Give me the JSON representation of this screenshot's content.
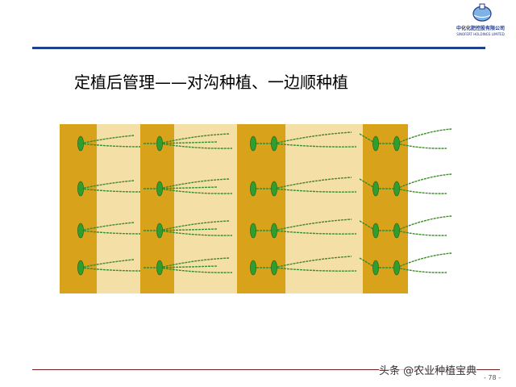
{
  "logo": {
    "name_cn": "中化化肥控股有限公司",
    "name_en": "SINOFERT HOLDINGS LIMITED",
    "brand_color": "#1f3a8a"
  },
  "title": "定植后管理——对沟种植、一边顺种植",
  "watermark": "头条 @农业种植宝典",
  "page_number": "- 78 -",
  "colors": {
    "rule": "#1f3f8f",
    "furrow": "#d9a21b",
    "ridge": "#f4e0a6",
    "plant_stem": "#3d8a2a",
    "leaf": "#2f9e2f"
  }
}
